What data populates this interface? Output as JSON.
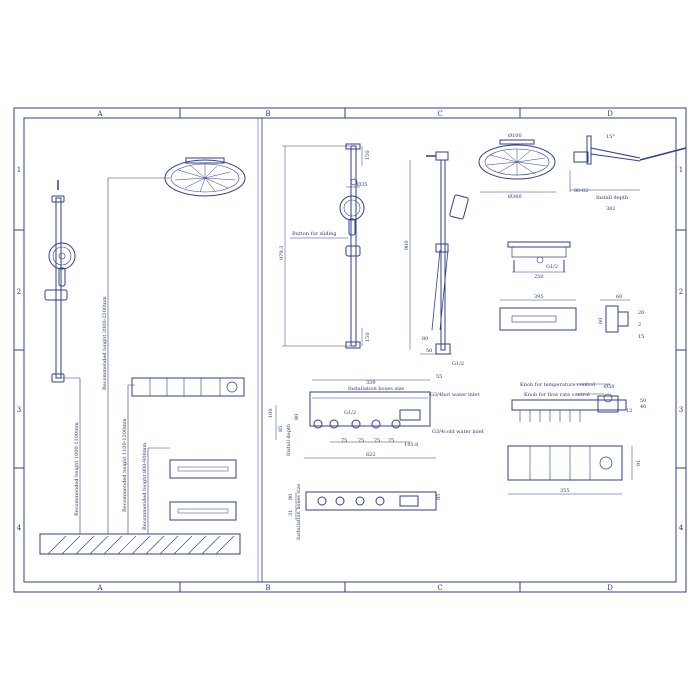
{
  "frame": {
    "columns": [
      "A",
      "B",
      "C",
      "D"
    ],
    "rows": [
      "1",
      "2",
      "3",
      "4"
    ],
    "stroke_color": "#2f3f8f"
  },
  "left_panel": {
    "height_labels": [
      "Recommended height 2000-2200mm",
      "Recommended height 1100-1200mm",
      "Recommended height 1000-1100mm",
      "Recommended height 800-900mm"
    ]
  },
  "slide_bar": {
    "top_dim": "150",
    "dia_dim": "Ø35",
    "length_dim": "979.3",
    "span_dim": "900",
    "button_label": "Button for sliding",
    "bottom_dim": "150",
    "g_thread": "G1/2",
    "small_dims": [
      "50",
      "55",
      "80"
    ]
  },
  "head_shower": {
    "top_dim": "Ø100",
    "dia_dim": "Ø360",
    "angle": "15°",
    "install_label": "Install depth",
    "install_dim": "80-82",
    "arm_dim": "382"
  },
  "valve_top": {
    "width_dim": "250",
    "thread": "G1/2"
  },
  "panel_front": {
    "width_dim": "395"
  },
  "panel_side": {
    "dims": [
      "60",
      "20",
      "60",
      "2",
      "15"
    ]
  },
  "body": {
    "width_dim": "339",
    "box_label": "Installation boxes size",
    "hot_label": "G3/4hot water inlet",
    "cold_label": "G3/4cold water inlet",
    "thread": "G1/2",
    "spacing_dims": [
      "75",
      "75",
      "75",
      "75"
    ],
    "offset_dim": "145.8",
    "total_dim": "622",
    "depth_label": "Install depth",
    "depth_dims": [
      "100",
      "85",
      "80"
    ]
  },
  "knobs": {
    "temp_label": "Knob for temperature control",
    "flow_label": "Knob for flow rate control",
    "dia_dim": "Ø50",
    "side_dims": [
      "50",
      "40",
      "12"
    ]
  },
  "panel_bottom": {
    "width_dim": "355",
    "height_dim": "91"
  },
  "body_bottom": {
    "label": "Installation boxes size",
    "dims": [
      "80",
      "31",
      "85"
    ]
  }
}
